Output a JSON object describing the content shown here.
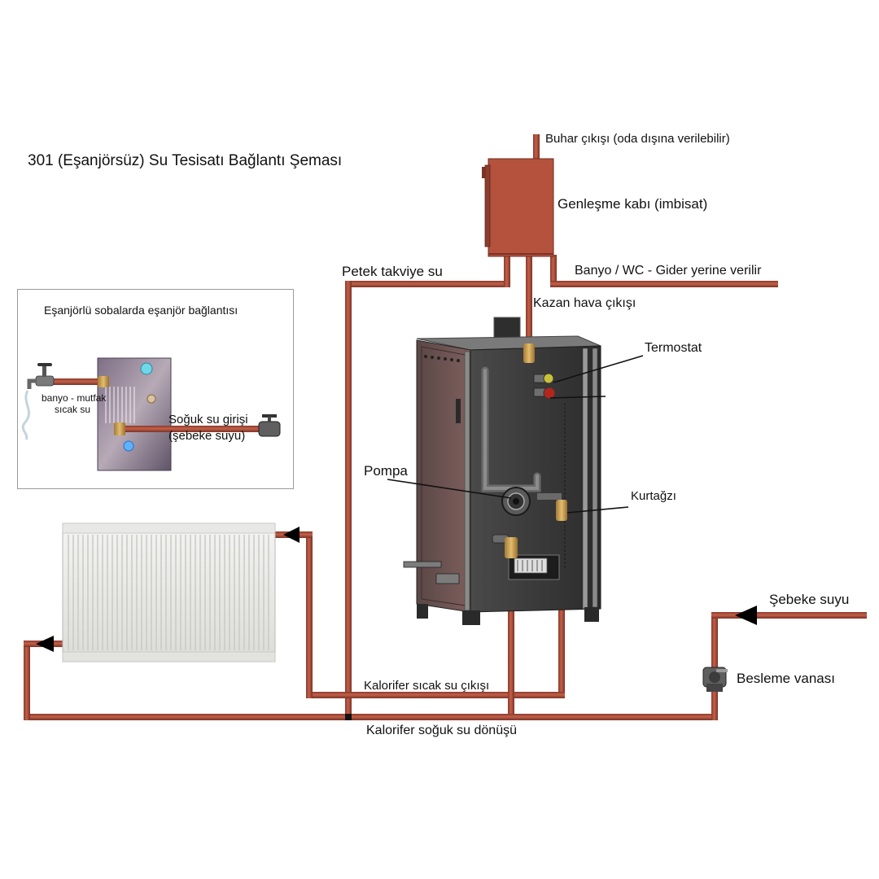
{
  "title": "301 (Eşanjörsüz) Su Tesisatı Bağlantı Şeması",
  "labels": {
    "steam_outlet": "Buhar çıkışı (oda dışına verilebilir)",
    "expansion_tank": "Genleşme kabı (imbisat)",
    "radiator_makeup": "Petek takviye su",
    "bath_wc_drain": "Banyo / WC - Gider yerine verilir",
    "boiler_air_vent": "Kazan hava çıkışı",
    "thermostat": "Termostat",
    "pump": "Pompa",
    "wolf_mouth": "Kurtağzı",
    "mains_water": "Şebeke suyu",
    "supply_valve": "Besleme vanası",
    "heater_hot_out": "Kalorifer sıcak su çıkışı",
    "heater_cold_return": "Kalorifer soğuk su dönüşü"
  },
  "inset": {
    "title": "Eşanjörlü sobalarda eşanjör bağlantısı",
    "hot_water_line1": "banyo - mutfak",
    "hot_water_line2": "sıcak su",
    "cold_in_line1": "Soğuk su girişi",
    "cold_in_line2": "(şebeke suyu)"
  },
  "colors": {
    "pipe": "#b24e3b",
    "pipe_dark": "#7c3326",
    "boiler": "#3b3b3b",
    "boiler_side": "#6f5553",
    "arrow": "#000000",
    "brass": "#c9a057"
  }
}
